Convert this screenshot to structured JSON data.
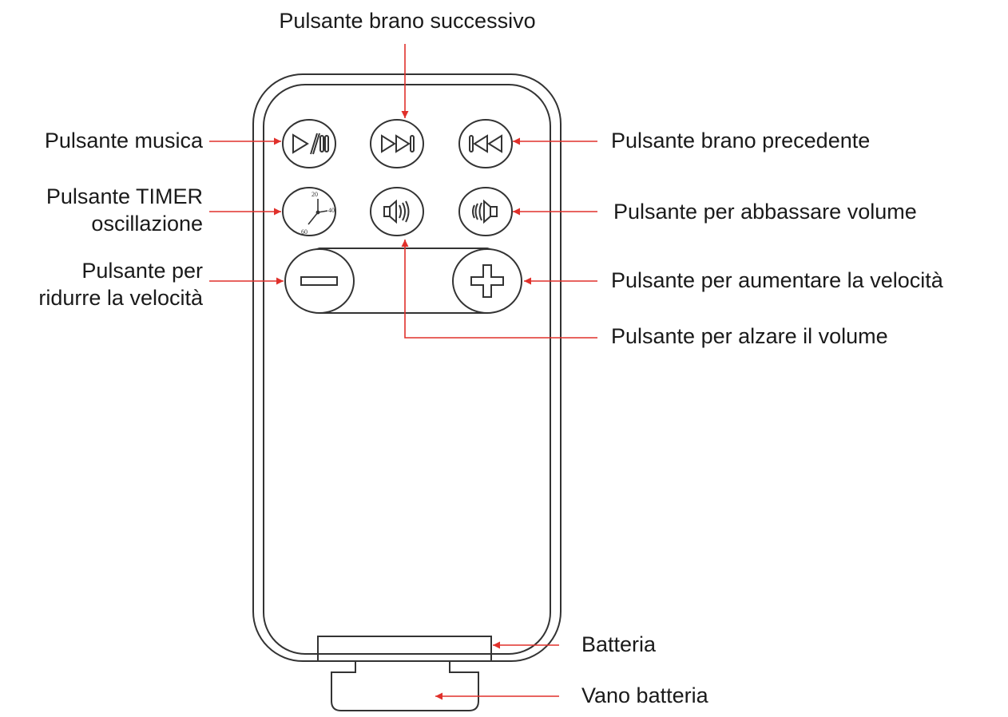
{
  "diagram": {
    "labels": {
      "next_track": "Pulsante brano successivo",
      "music": "Pulsante musica",
      "previous_track": "Pulsante brano precedente",
      "timer_line1": "Pulsante TIMER",
      "timer_line2": "oscillazione",
      "volume_down": "Pulsante per abbassare volume",
      "speed_down_line1": "Pulsante per",
      "speed_down_line2": "ridurre la velocità",
      "speed_up": "Pulsante per aumentare la velocità",
      "volume_up": "Pulsante per alzare il volume",
      "battery": "Batteria",
      "battery_compartment": "Vano batteria"
    },
    "timer_dial": {
      "t1": "20",
      "t2": "40",
      "t3": "60"
    },
    "colors": {
      "line": "#333333",
      "arrow": "#e0302b",
      "text": "#1a1a1a"
    }
  }
}
